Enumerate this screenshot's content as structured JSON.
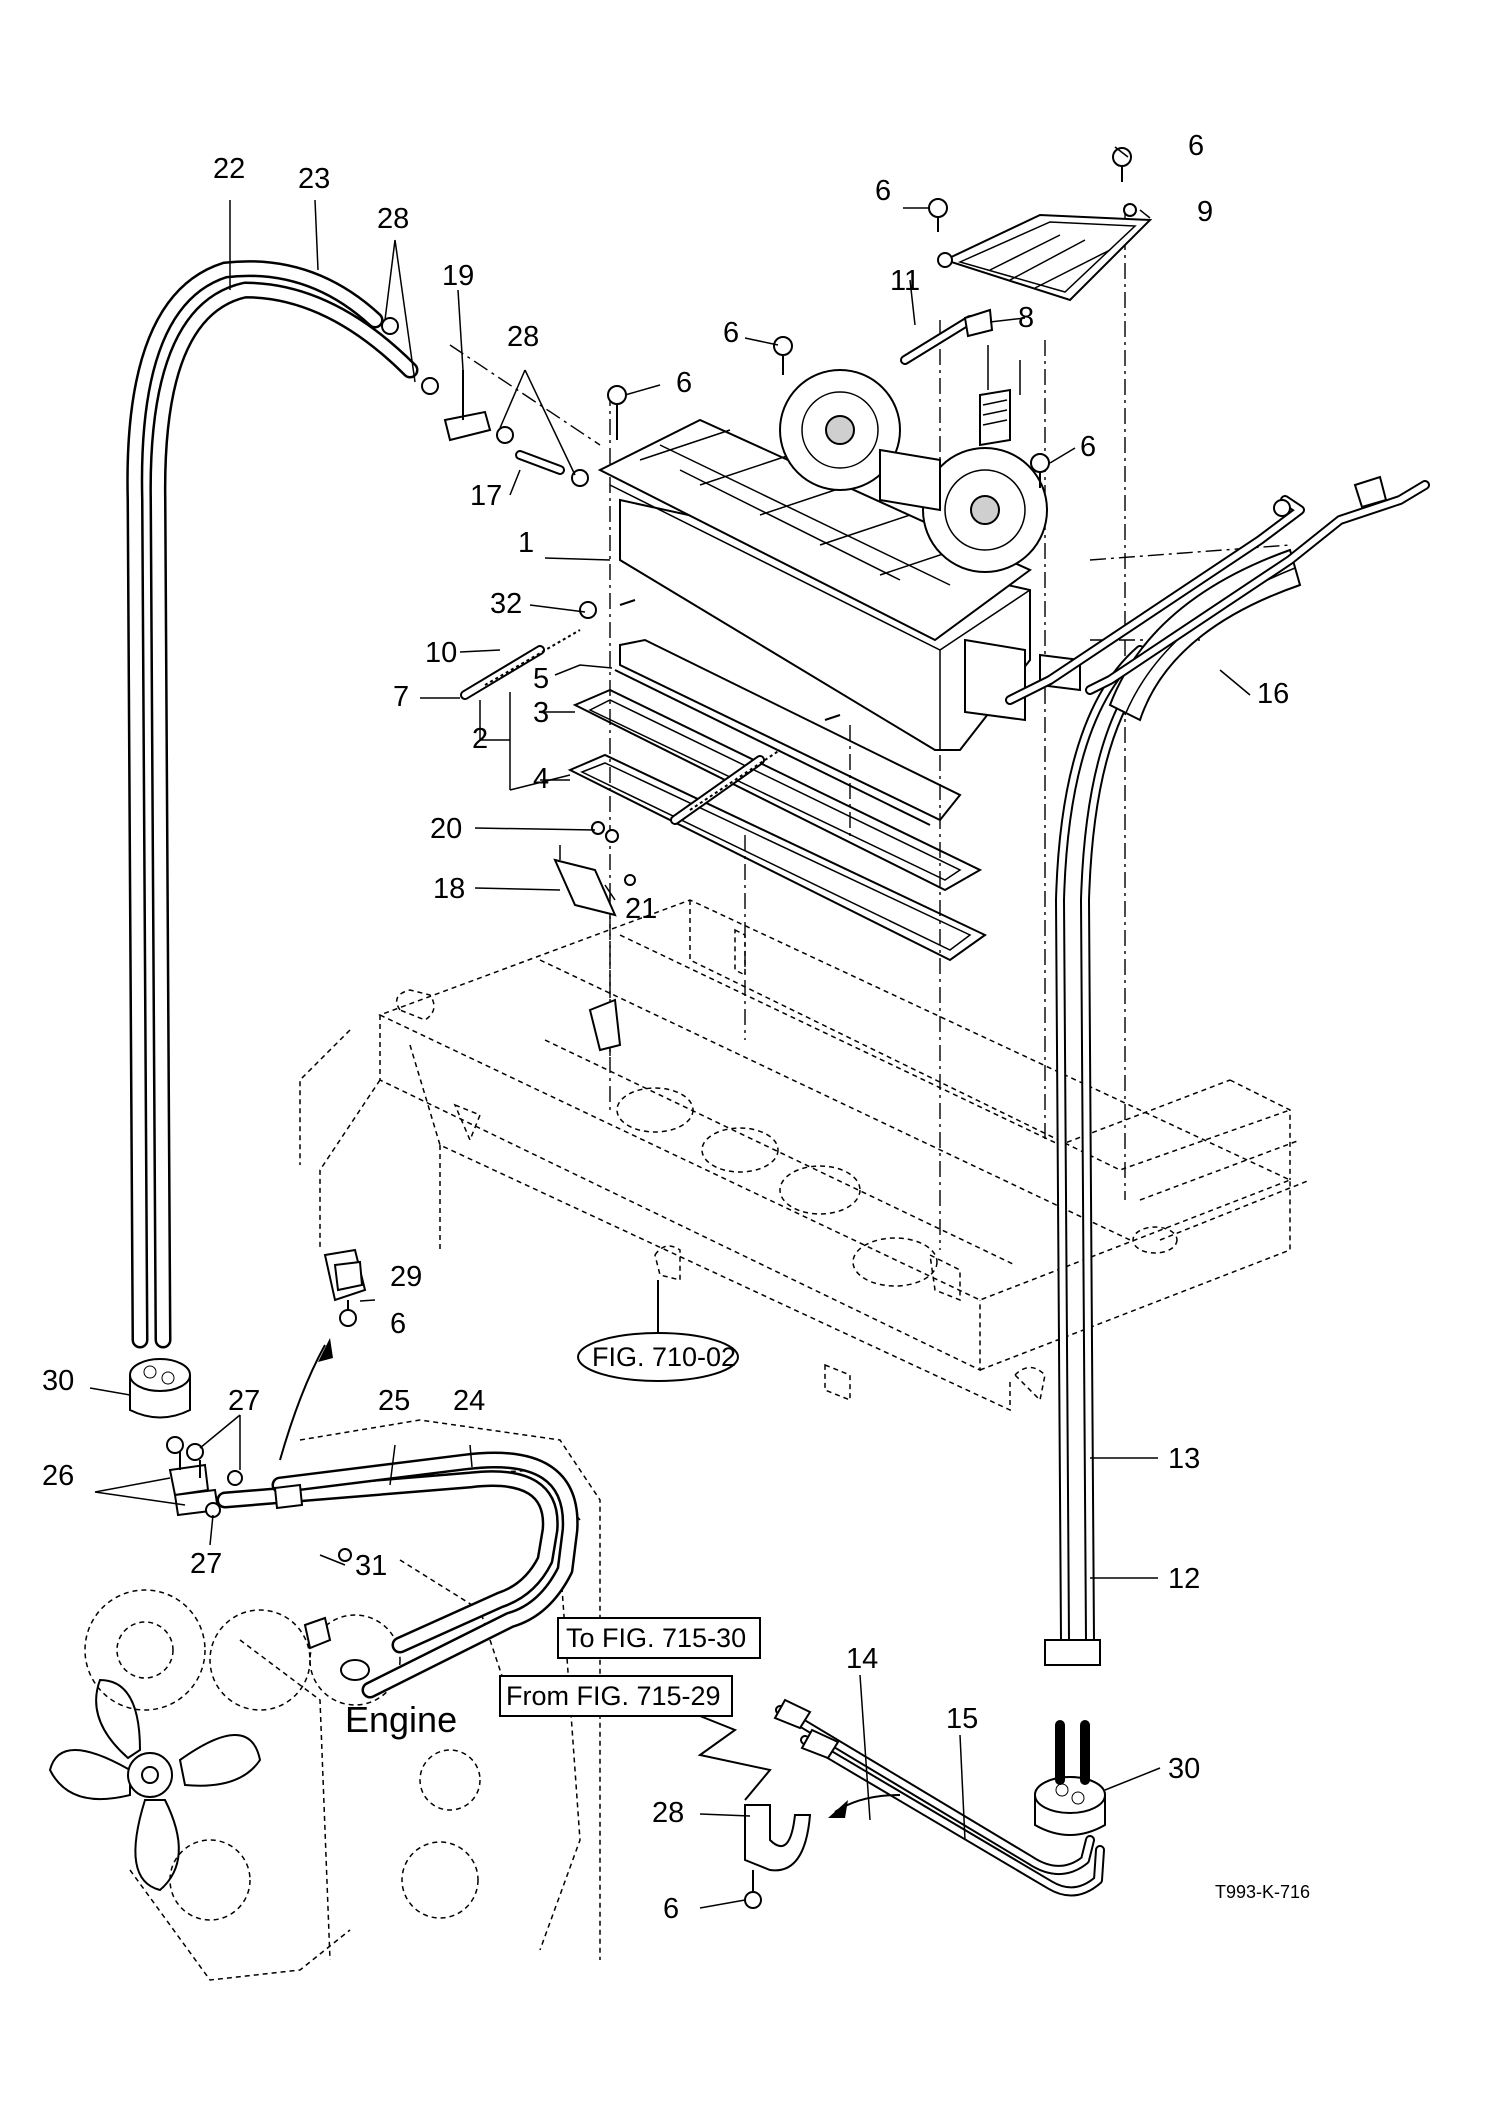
{
  "figure_id": "T993-K-716",
  "labels": {
    "engine": "Engine",
    "fig_710_02": "FIG. 710-02",
    "to_fig_715_30": "To FIG. 715-30",
    "from_fig_715_29": "From FIG. 715-29"
  },
  "callouts": {
    "p1": "1",
    "p2": "2",
    "p3": "3",
    "p4": "4",
    "p5": "5",
    "p6": "6",
    "p7": "7",
    "p8": "8",
    "p9": "9",
    "p10": "10",
    "p11": "11",
    "p12": "12",
    "p13": "13",
    "p14": "14",
    "p15": "15",
    "p16": "16",
    "p17": "17",
    "p18": "18",
    "p19": "19",
    "p20": "20",
    "p21": "21",
    "p22": "22",
    "p23": "23",
    "p24": "24",
    "p25": "25",
    "p26": "26",
    "p27": "27",
    "p28": "28",
    "p29": "29",
    "p30": "30",
    "p31": "31",
    "p32": "32"
  }
}
